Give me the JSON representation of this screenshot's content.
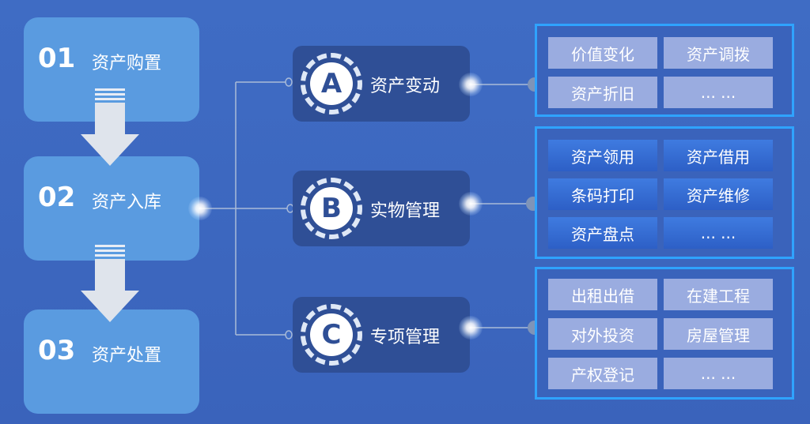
{
  "stages": [
    {
      "num": "01",
      "label": "资产购置"
    },
    {
      "num": "02",
      "label": "资产入库"
    },
    {
      "num": "03",
      "label": "资产处置"
    }
  ],
  "categories": [
    {
      "letter": "A",
      "label": "资产变动",
      "items": [
        "价值变化",
        "资产调拨",
        "资产折旧",
        "... ..."
      ]
    },
    {
      "letter": "B",
      "label": "实物管理",
      "items": [
        "资产领用",
        "资产借用",
        "条码打印",
        "资产维修",
        "资产盘点",
        "... ..."
      ]
    },
    {
      "letter": "C",
      "label": "专项管理",
      "items": [
        "出租出借",
        "在建工程",
        "对外投资",
        "房屋管理",
        "产权登记",
        "... ..."
      ]
    }
  ],
  "colors": {
    "background": "#3f6cc4",
    "stage_box": "#5a9be0",
    "category_box": "#2f4f96",
    "panel_border": "#2fa3ff",
    "cell_light": "#9aace0",
    "cell_dark": "#2d5fc6"
  }
}
